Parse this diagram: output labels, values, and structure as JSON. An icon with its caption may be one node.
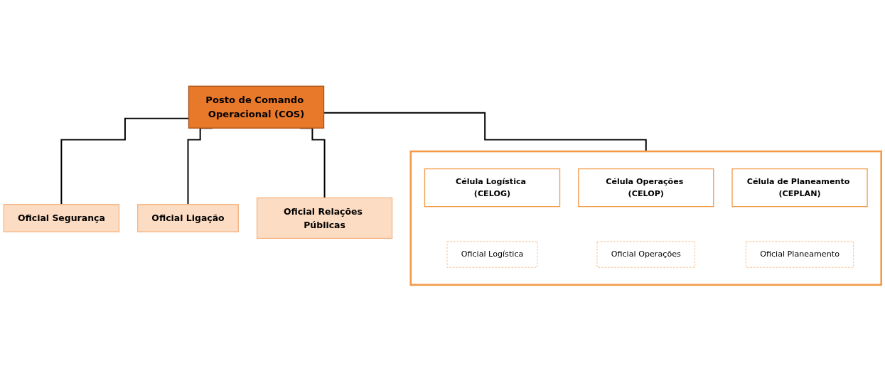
{
  "diagram": {
    "nodes": [
      {
        "text": [
          "Posto de Comando Operacional (COS)"
        ]
      },
      {
        "text": [
          "Oficial Ligação"
        ]
      },
      {
        "text": [
          "Oficial Segurança"
        ]
      },
      {
        "text": [
          "Oficial Relações Públicas"
        ]
      },
      {
        "text": [],
        "shape": "box"
      },
      {
        "text": [
          "Célula Logística (CELOG)"
        ],
        "in": 4
      },
      {
        "text": [
          "Célula Operações (CELOP)"
        ],
        "in": 4
      },
      {
        "text": [
          "Célula de Planeamento (CEPLAN)"
        ],
        "in": 4
      },
      {
        "text": [
          "Oficial Logística"
        ],
        "in": 4
      },
      {
        "text": [
          "Oficial Operações"
        ],
        "in": 4
      },
      {
        "text": [
          "Oficial Planeamento"
        ],
        "in": 4
      }
    ],
    "edges": [
      {
        "from": 0,
        "to": 2,
        "arrow": "none"
      },
      {
        "from": 0,
        "to": 1,
        "arrow": "none"
      },
      {
        "from": 0,
        "to": 3,
        "arrow": "none"
      },
      {
        "from": 0,
        "to": 4,
        "arrow": "none"
      }
    ]
  }
}
